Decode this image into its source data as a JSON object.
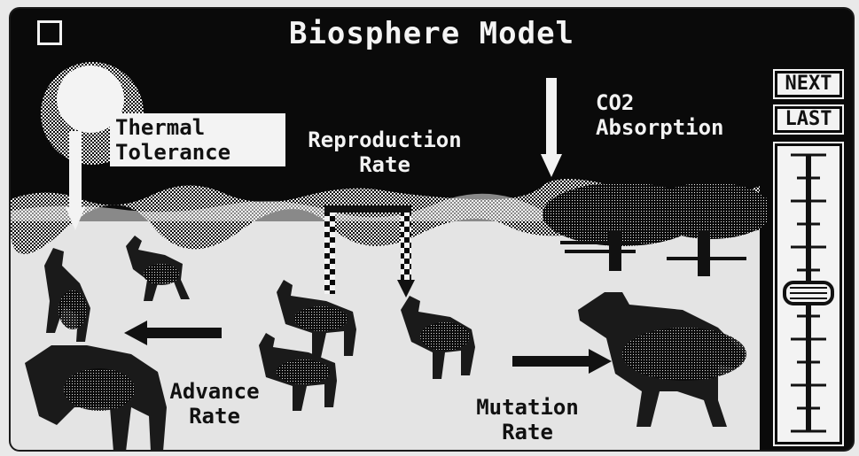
{
  "window": {
    "title": "Biosphere Model"
  },
  "controls": {
    "next_label": "NEXT",
    "last_label": "LAST",
    "slider_level": 0.5
  },
  "factors": {
    "thermal_tolerance": "Thermal\nTolerance",
    "reproduction_rate": "Reproduction\nRate",
    "co2_absorption": "CO2\nAbsorption",
    "advance_rate": "Advance\nRate",
    "mutation_rate": "Mutation\nRate"
  },
  "icons": [
    "close-box-icon",
    "sun-icon",
    "tree-icon",
    "animal-icon",
    "arrow-icon",
    "slider-handle-icon"
  ]
}
